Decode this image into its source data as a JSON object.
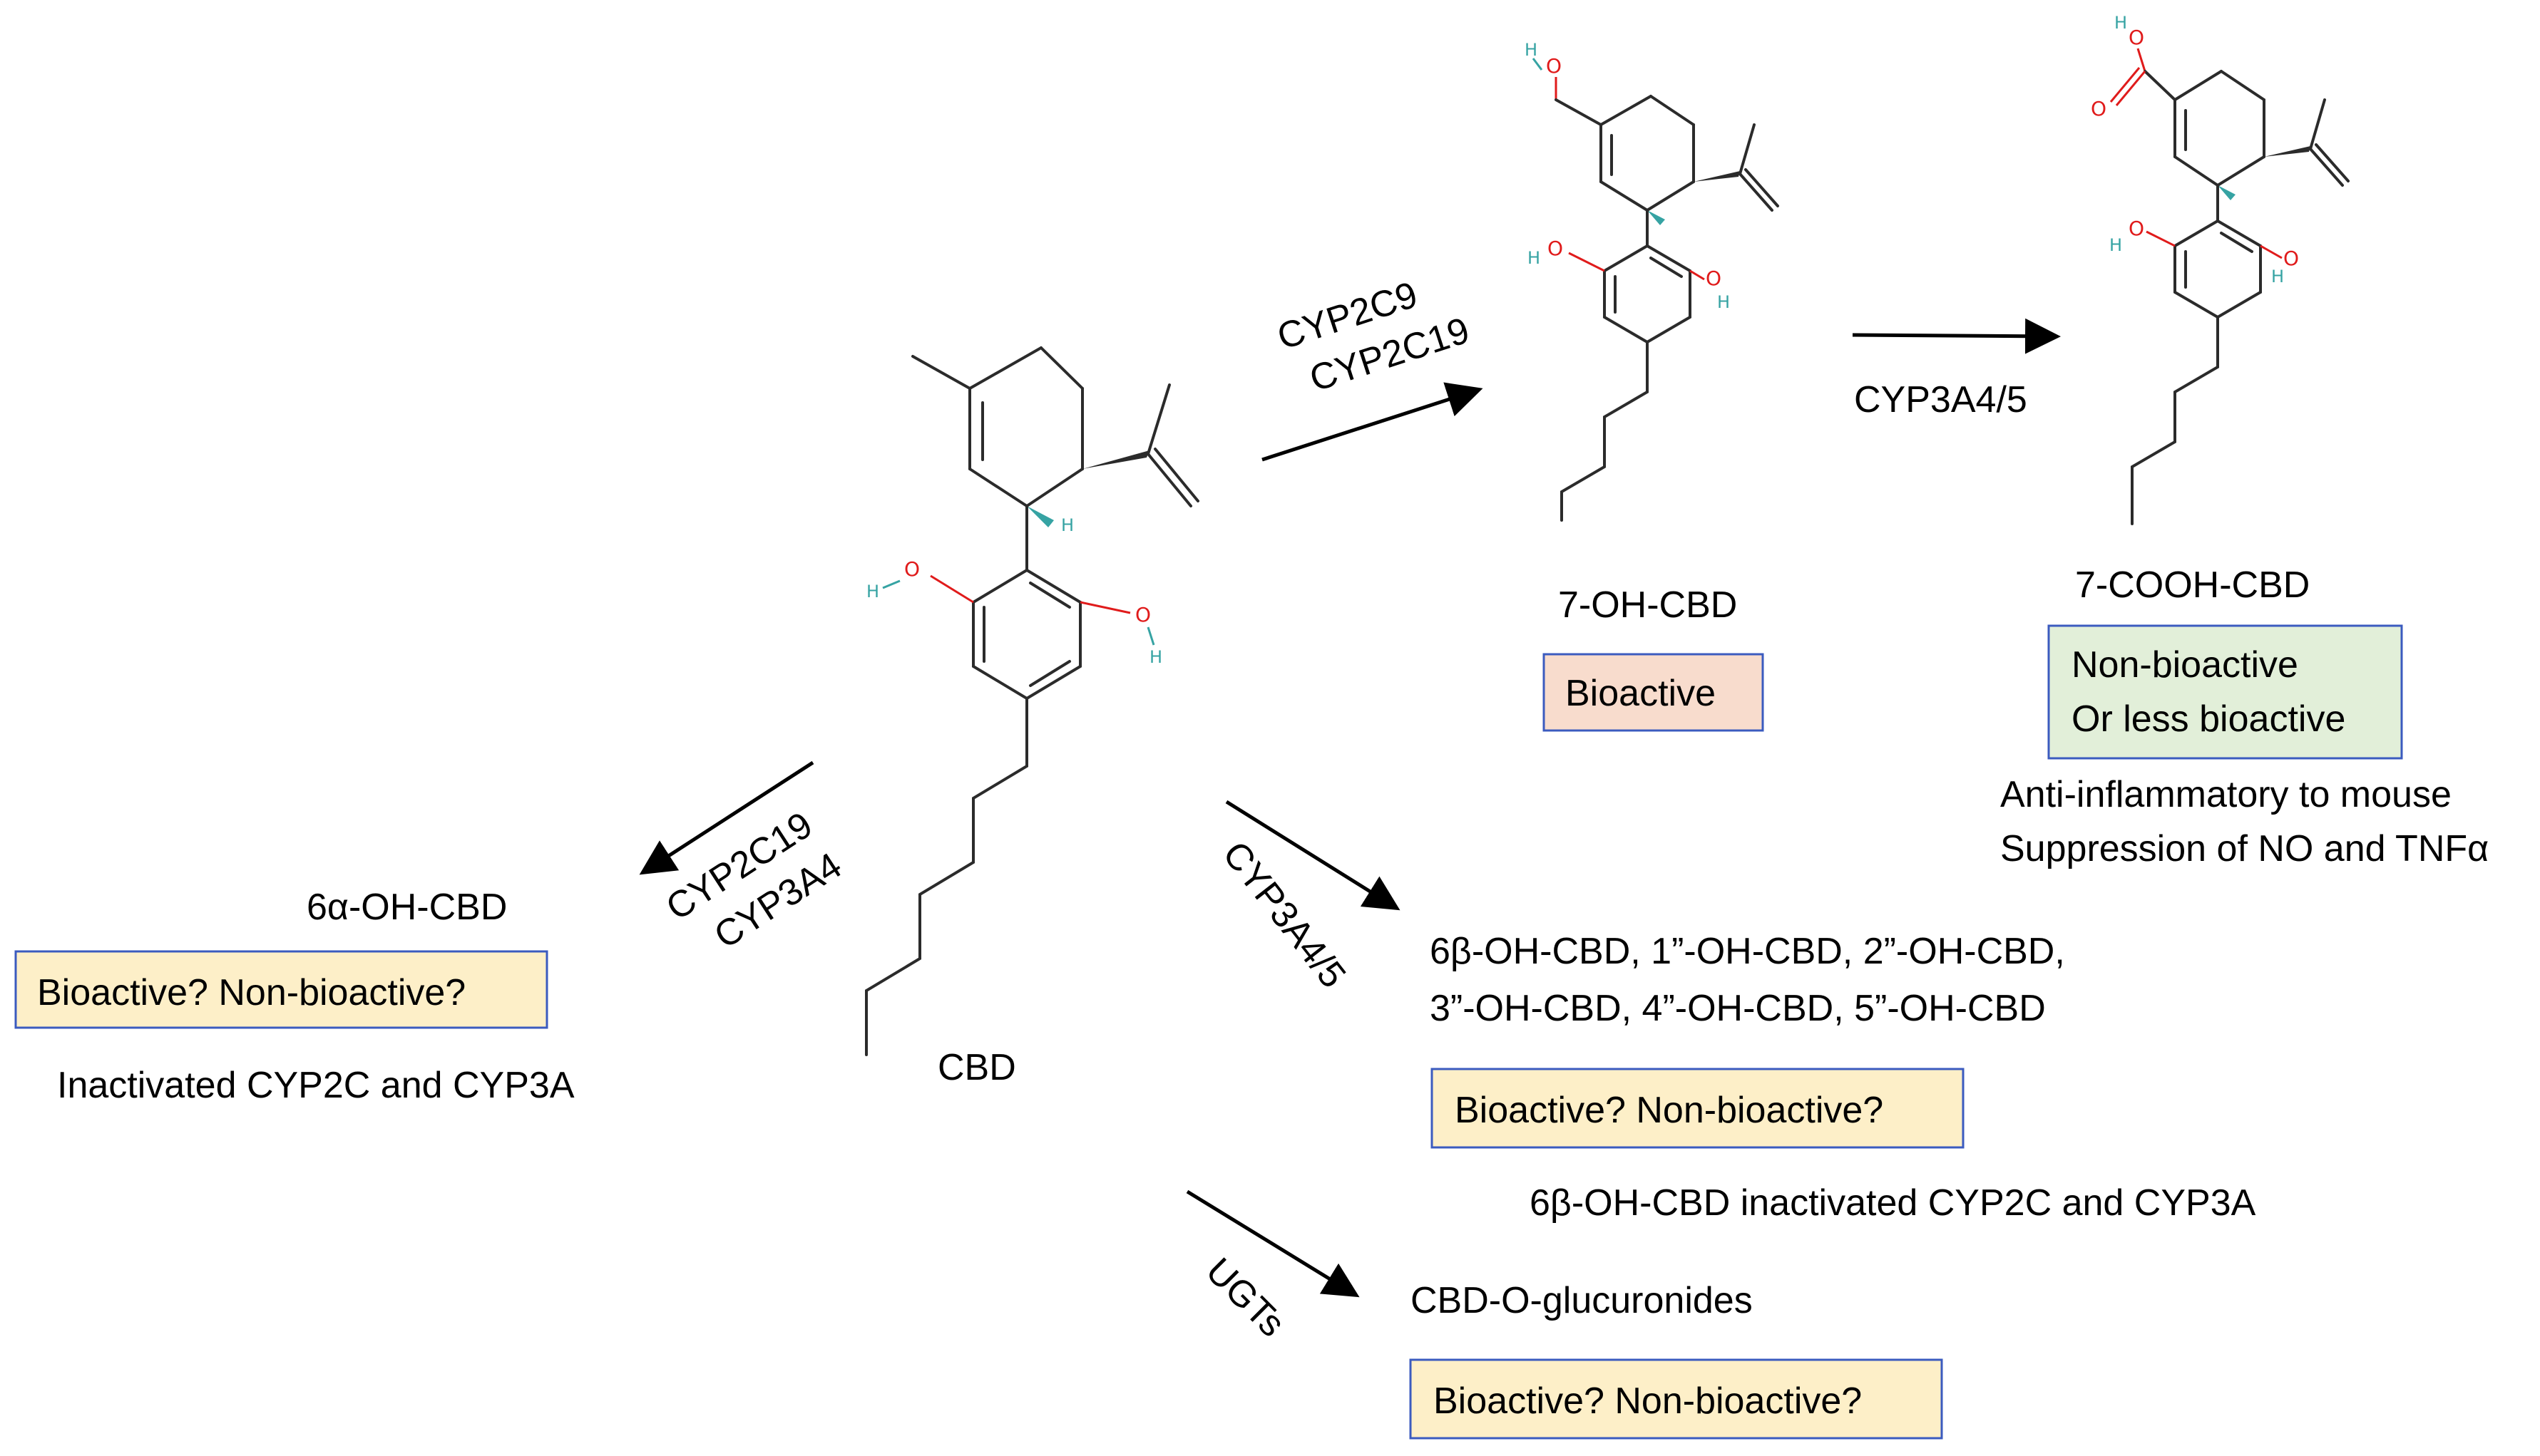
{
  "cbd": {
    "name": "CBD"
  },
  "oh7": {
    "name": "7-OH-CBD",
    "status": "Bioactive"
  },
  "cooh7": {
    "name": "7-COOH-CBD",
    "status_line1": "Non-bioactive",
    "status_line2": "Or less bioactive",
    "note_line1": "Anti-inflammatory to mouse",
    "note_line2": "Suppression of NO and TNFα"
  },
  "alpha6": {
    "name": "6α-OH-CBD",
    "status": "Bioactive? Non-bioactive?",
    "note": "Inactivated CYP2C and CYP3A"
  },
  "multi": {
    "line1": "6β-OH-CBD, 1”-OH-CBD, 2”-OH-CBD,",
    "line2": "3”-OH-CBD, 4”-OH-CBD, 5”-OH-CBD",
    "status": "Bioactive? Non-bioactive?",
    "note": "6β-OH-CBD inactivated CYP2C and CYP3A"
  },
  "glucuronide": {
    "name": "CBD-O-glucuronides",
    "status": "Bioactive? Non-bioactive?"
  },
  "enzymes": {
    "to_7oh_line1": "CYP2C9",
    "to_7oh_line2": "CYP2C19",
    "to_7cooh": "CYP3A4/5",
    "to_6alpha_line1": "CYP2C19",
    "to_6alpha_line2": "CYP3A4",
    "to_multi": "CYP3A4/5",
    "to_gluc": "UGTs"
  },
  "atoms": {
    "oxygen": "O",
    "hydrogen": "H"
  }
}
